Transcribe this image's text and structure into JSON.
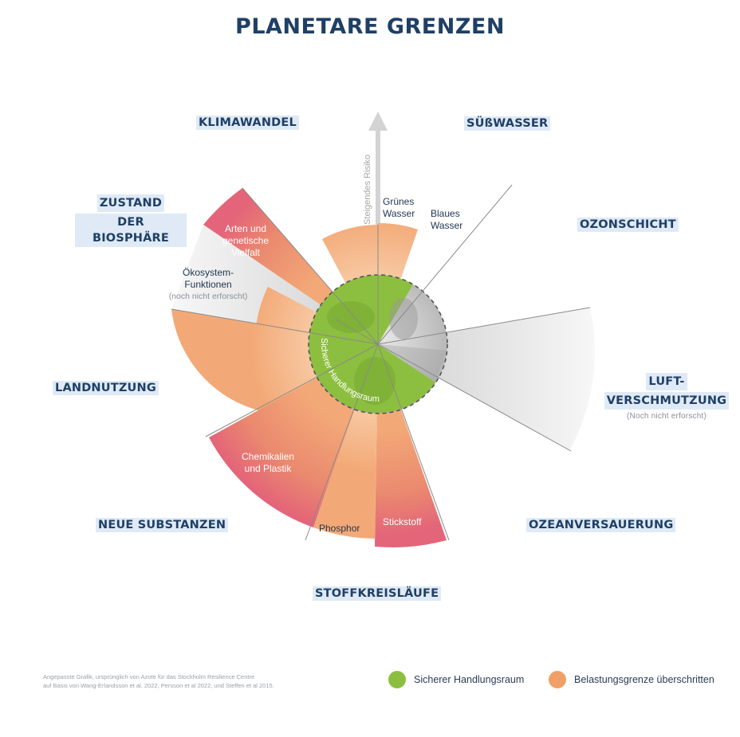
{
  "title": "PLANETARE GRENZEN",
  "axis_label": "Steigendes Risiko",
  "center_label": "Sicherer Handlungsraum",
  "categories": {
    "klima": "KLIMAWANDEL",
    "suesswasser": "SÜßWASSER",
    "biosphaere_1": "ZUSTAND",
    "biosphaere_2": "DER BIOSPHÄRE",
    "ozon": "OZONSCHICHT",
    "landnutzung": "LANDNUTZUNG",
    "luft_1": "LUFT-",
    "luft_2": "VERSCHMUTZUNG",
    "luft_note": "(Noch nicht erforscht)",
    "neue_substanzen": "NEUE SUBSTANZEN",
    "ozean": "OZEANVERSAUERUNG",
    "stoff": "STOFFKREISLÄUFE"
  },
  "segments": {
    "gruenes_wasser_1": "Grünes",
    "gruenes_wasser_2": "Wasser",
    "blaues_wasser_1": "Blaues",
    "blaues_wasser_2": "Wasser",
    "arten_1": "Arten und",
    "arten_2": "genetische",
    "arten_3": "Vielfalt",
    "oeko_1": "Ökosystem-",
    "oeko_2": "Funktionen",
    "oeko_note": "(noch nicht erforscht)",
    "chem_1": "Chemikalien",
    "chem_2": "und Plastik",
    "phosphor": "Phosphor",
    "stickstoff": "Stickstoff"
  },
  "source_1": "Angepasste Grafik, ursprünglich von Azote für das Stockholm Resilience Centre",
  "source_2": "auf Basis von Wang-Erlandsson et al. 2022, Persson et al 2022, und Steffen et al 2015.",
  "legend": {
    "safe": "Sicherer Handlungsraum",
    "exceeded": "Belastungsgrenze überschritten"
  },
  "colors": {
    "navy": "#1f3f66",
    "safe_green": "#8cbf3f",
    "exceeded_orange": "#f0a066",
    "high_risk_red": "#e36a78",
    "not_quantified_grey": "#d9d9d9",
    "label_background": "#dfeaf6"
  }
}
